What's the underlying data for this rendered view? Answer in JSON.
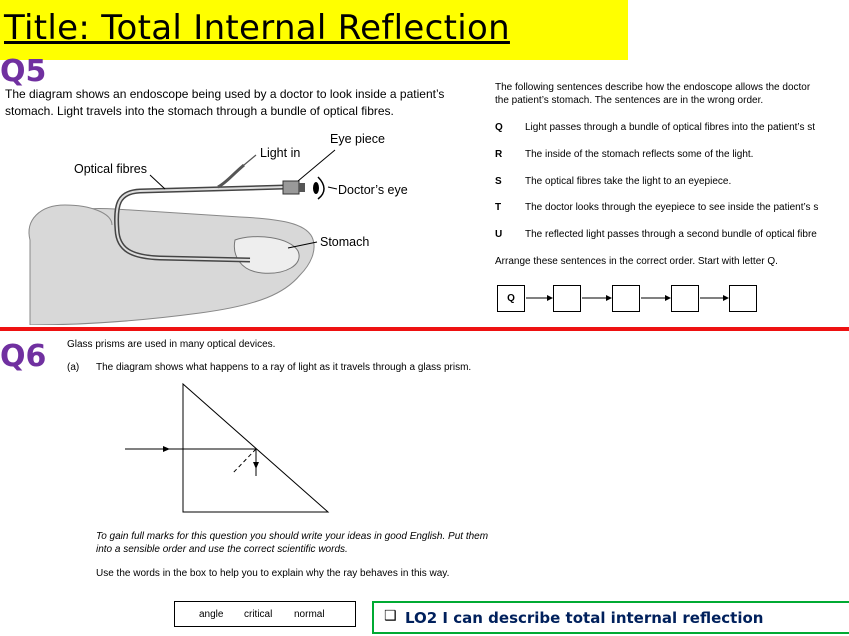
{
  "title": "Title: Total Internal Reflection",
  "q5": {
    "number": "Q5",
    "intro_line1": "The diagram shows an endoscope being used by a doctor to look inside a patient’s",
    "intro_line2": "stomach. Light travels into the stomach through a bundle of optical fibres.",
    "diagram_labels": {
      "eye_piece": "Eye piece",
      "light_in": "Light in",
      "optical_fibres": "Optical fibres",
      "doctors_eye": "Doctor’s eye",
      "stomach": "Stomach"
    },
    "right_intro_line1": "The following sentences describe how the endoscope allows the doctor",
    "right_intro_line2": "the patient’s stomach. The sentences are in the wrong order.",
    "sentences": [
      {
        "letter": "Q",
        "text": "Light passes through a bundle of optical fibres into the patient’s st"
      },
      {
        "letter": "R",
        "text": "The inside of the stomach reflects some of the light."
      },
      {
        "letter": "S",
        "text": "The optical fibres take the light to an eyepiece."
      },
      {
        "letter": "T",
        "text": "The doctor looks through the eyepiece to see inside the patient’s s"
      },
      {
        "letter": "U",
        "text": "The reflected light passes through a second bundle of optical fibre"
      }
    ],
    "arrange_instruction": "Arrange these sentences in the correct order. Start with letter Q.",
    "first_box": "Q"
  },
  "q6": {
    "number": "Q6",
    "intro": "Glass prisms are used in many optical devices.",
    "part": "(a)",
    "part_text": "The diagram shows what happens to a ray of light as it travels through a glass prism.",
    "marks_line1": "To gain full marks for this question you should write your ideas in good English. Put them",
    "marks_line2": "into a sensible order and use the correct scientific words.",
    "use_words": "Use the words in the box to help you to explain why the ray behaves in this way.",
    "words": [
      "angle",
      "critical",
      "normal"
    ]
  },
  "lo2": {
    "checkbox": "❑",
    "text": "LO2 I can describe total internal reflection"
  },
  "colors": {
    "title_bg": "#ffff00",
    "question_number": "#7030a0",
    "divider": "#ee1111",
    "lo_border": "#00aa33"
  }
}
